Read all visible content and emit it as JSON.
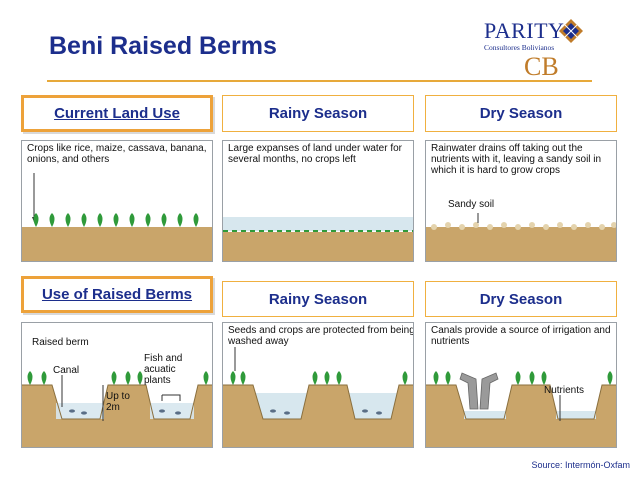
{
  "title": "Beni Raised Berms",
  "logo": {
    "name": "PARITY",
    "subtitle": "Consultores Bolivianos",
    "initials": "CB"
  },
  "rows": [
    {
      "panels": [
        {
          "header": "Current Land Use",
          "text": "Crops like rice, maize, cassava, banana, onions, and others"
        },
        {
          "header": "Rainy Season",
          "text": "Large expanses of land under water for several months, no crops left"
        },
        {
          "header": "Dry Season",
          "text": "Rainwater drains off taking out the nutrients with it, leaving a sandy soil in which it is hard to grow crops",
          "label": "Sandy soil"
        }
      ]
    },
    {
      "panels": [
        {
          "header": "Use of Raised Berms",
          "labels": {
            "berm": "Raised berm",
            "canal": "Canal",
            "fish": "Fish and acuatic plants",
            "depth": "Up to 2m"
          }
        },
        {
          "header": "Rainy Season",
          "text": "Seeds and crops are protected from being washed away"
        },
        {
          "header": "Dry Season",
          "text": "Canals provide a source of irrigation and nutrients",
          "label": "Nutrients"
        }
      ]
    }
  ],
  "source": "Source: Intermón-Oxfam",
  "colors": {
    "title": "#1c2e8c",
    "accent": "#eda23a",
    "soil": "#c9a56a",
    "water": "#d7e7ee",
    "plant": "#2f9a3a"
  }
}
